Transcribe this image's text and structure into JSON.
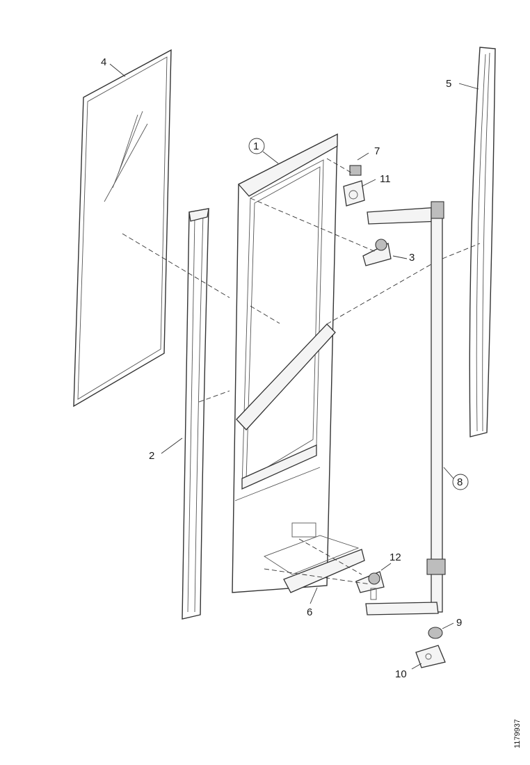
{
  "callouts": {
    "c1": "1",
    "c2": "2",
    "c3": "3",
    "c4": "4",
    "c5": "5",
    "c6": "6",
    "c7": "7",
    "c8": "8",
    "c9": "9",
    "c10": "10",
    "c11": "11",
    "c12": "12"
  },
  "reference_code": "1179937"
}
